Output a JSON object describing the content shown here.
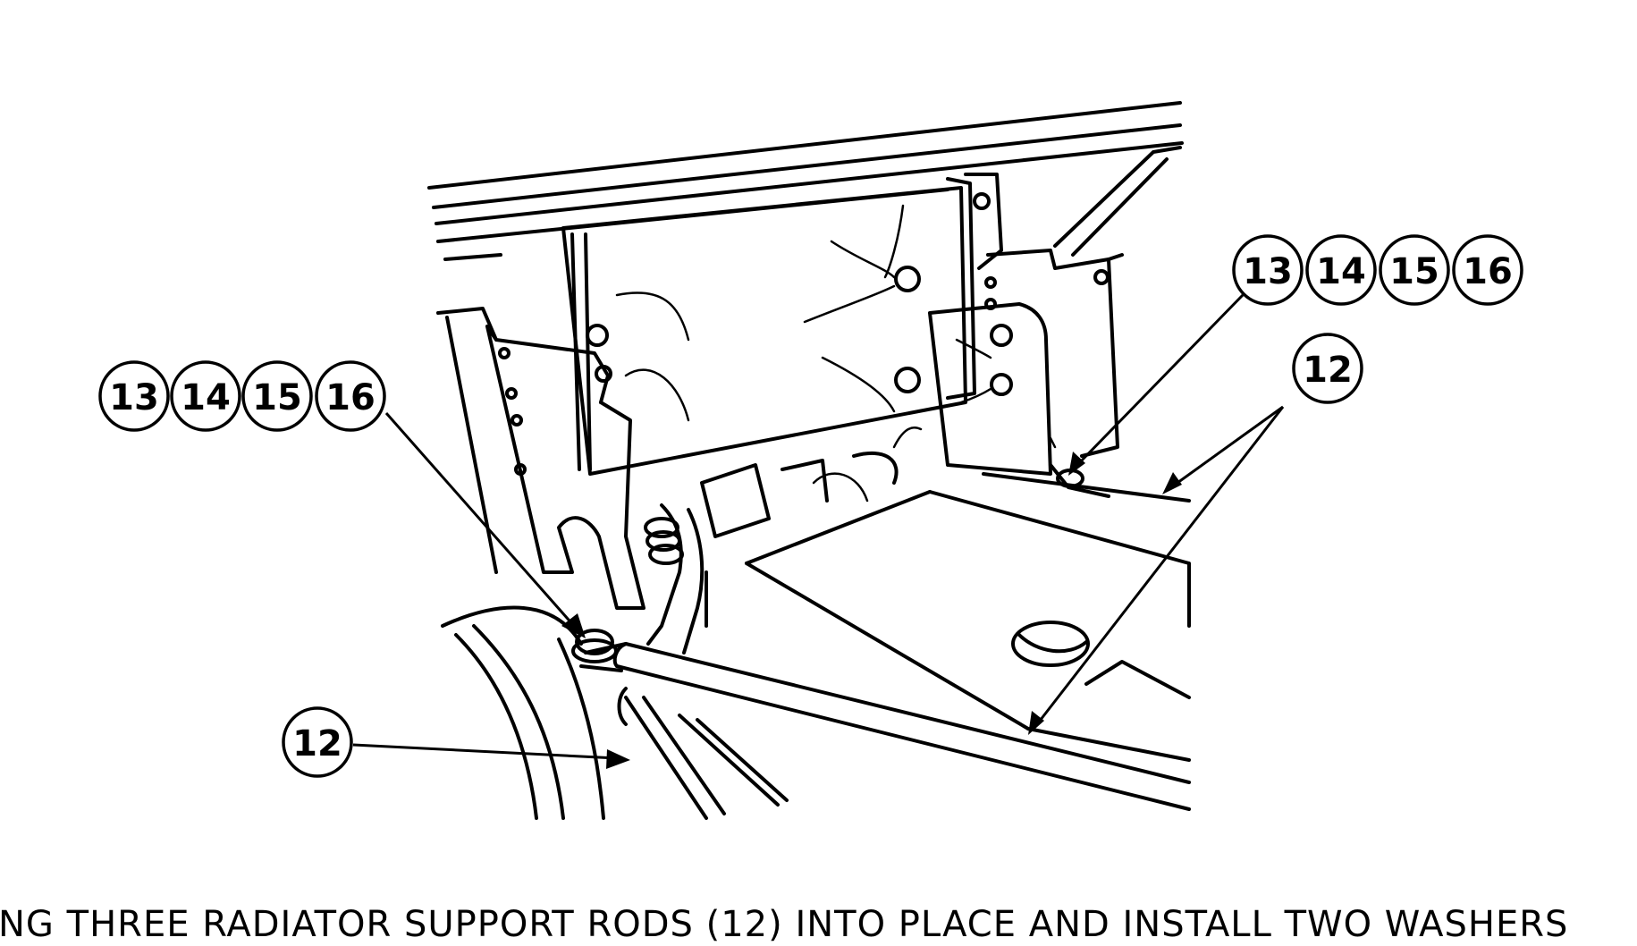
{
  "callouts": {
    "left_group": [
      "13",
      "14",
      "15",
      "16"
    ],
    "right_group": [
      "13",
      "14",
      "15",
      "16"
    ],
    "rod_right": "12",
    "rod_left": "12"
  },
  "caption": "NG THREE RADIATOR SUPPORT RODS (12) INTO PLACE AND INSTALL TWO WASHERS"
}
